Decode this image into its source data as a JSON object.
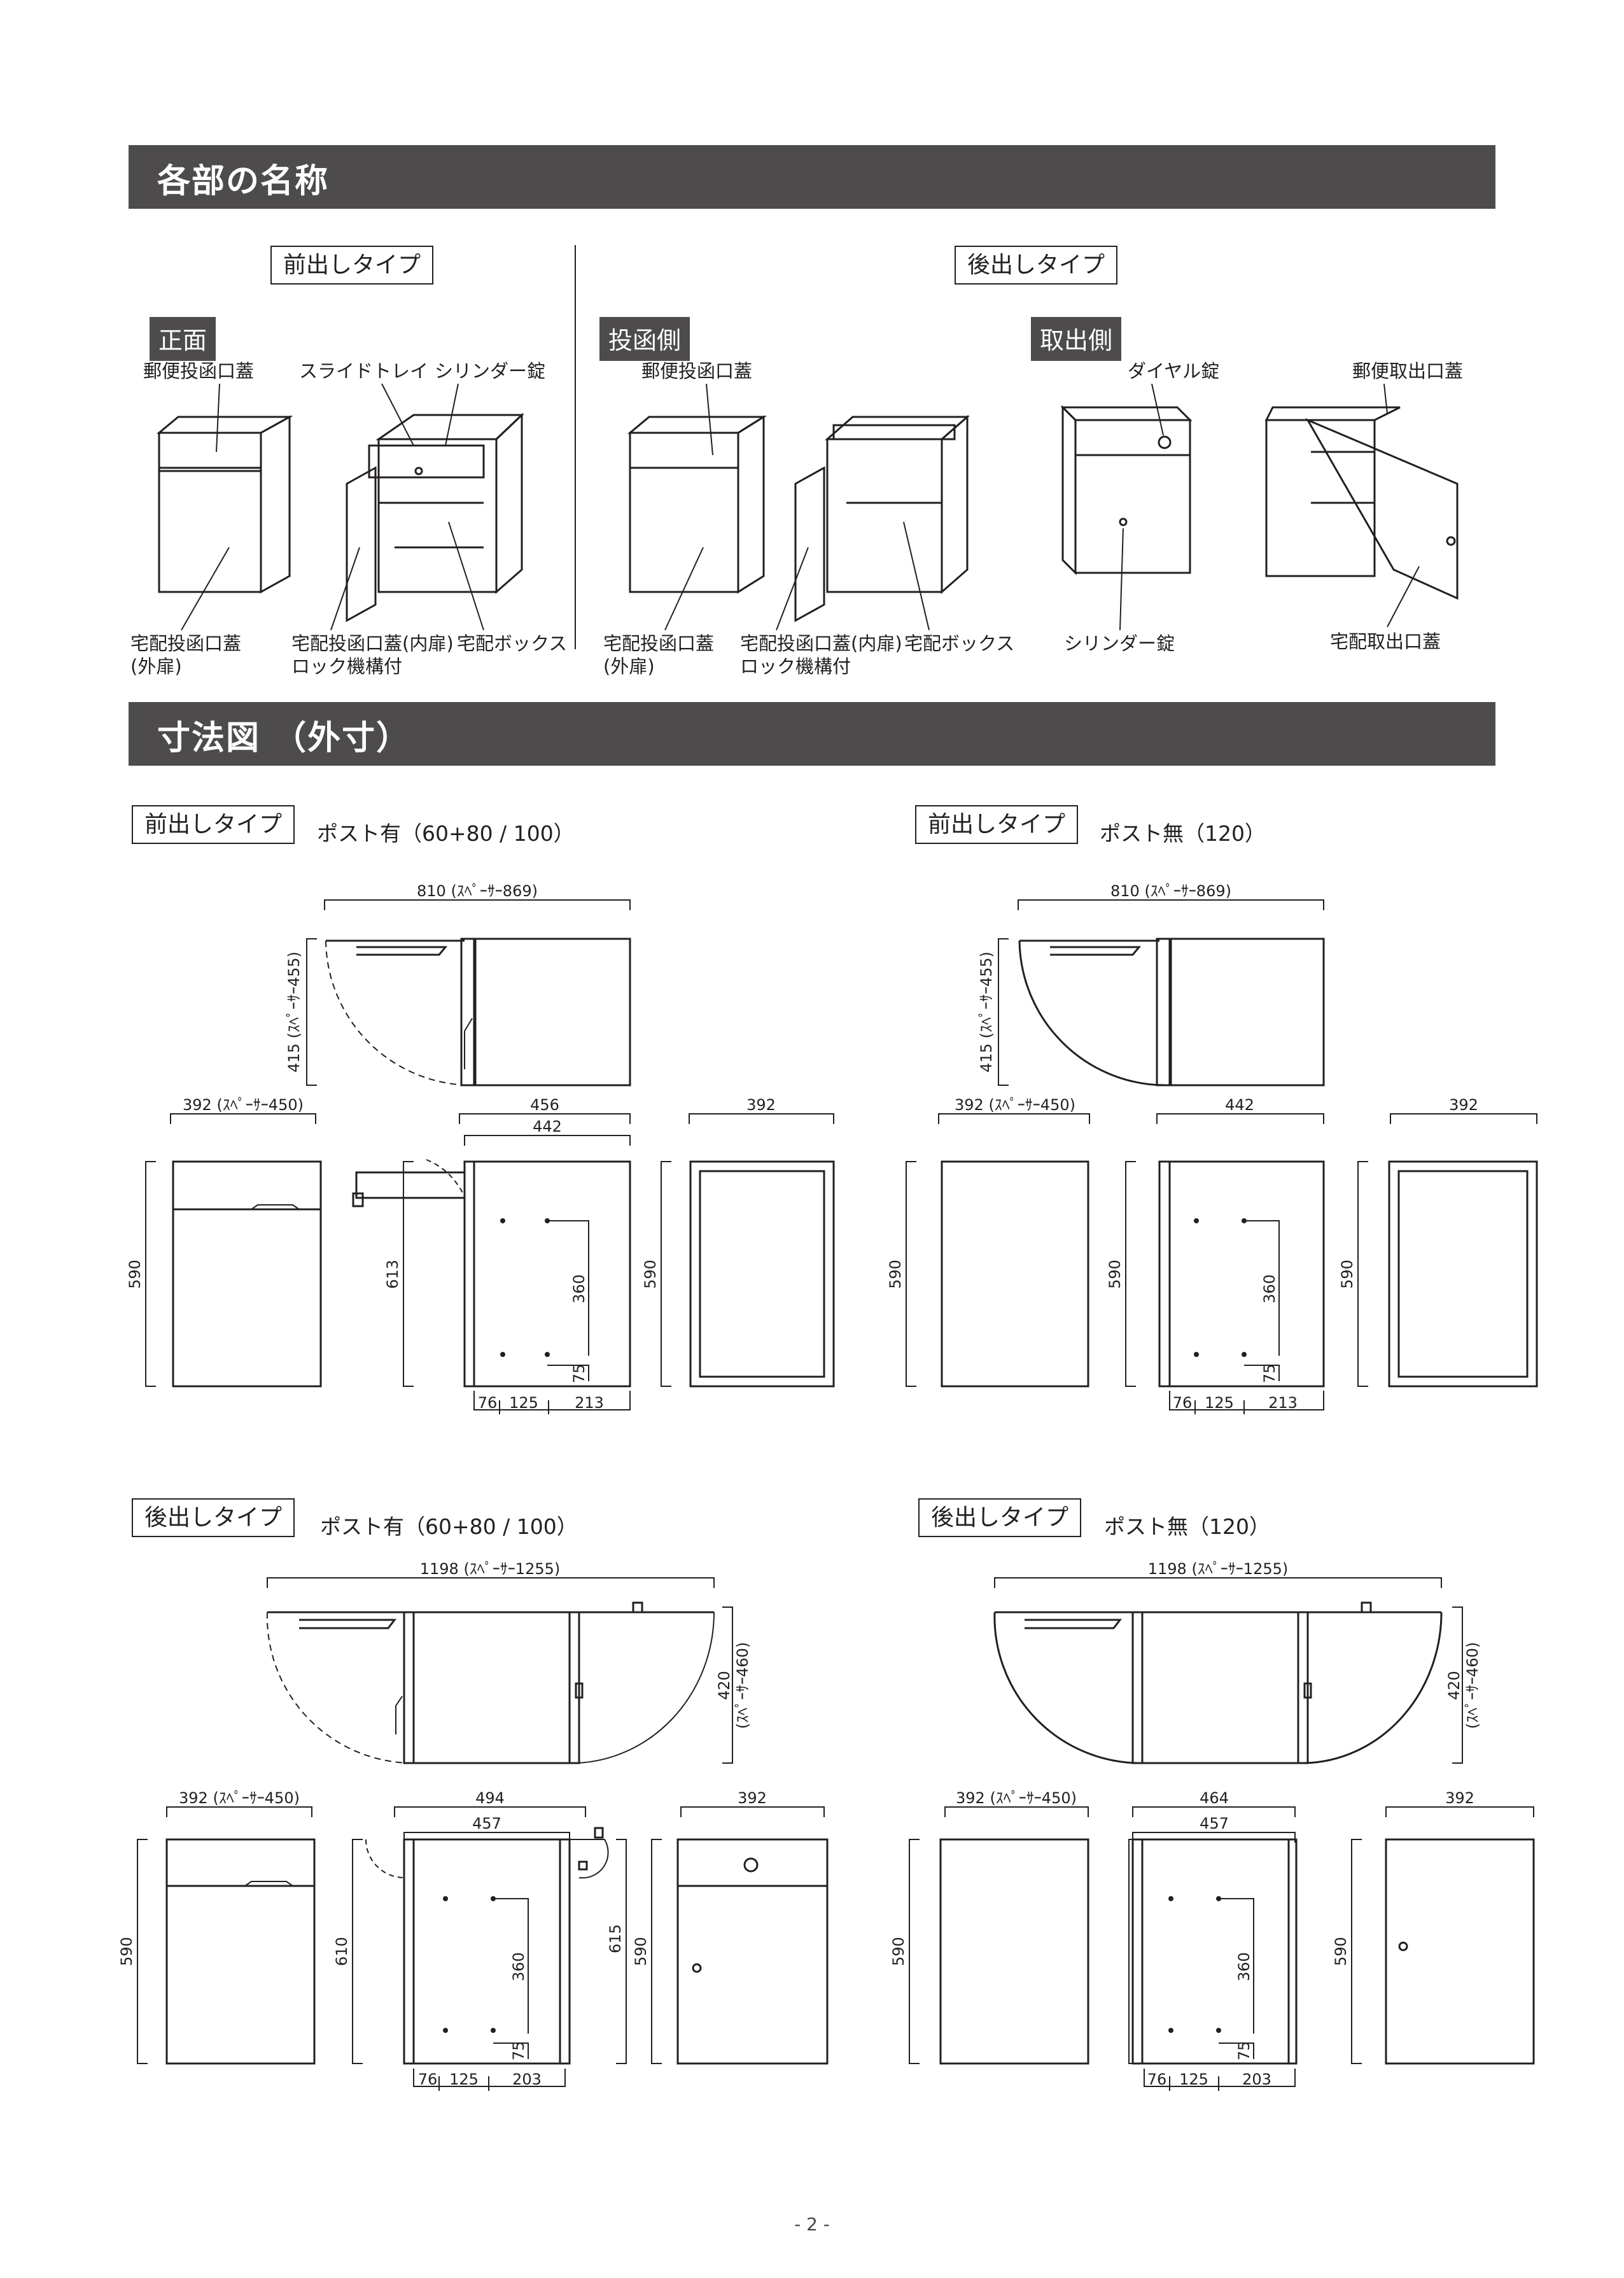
{
  "sections": {
    "parts_title": "各部の名称",
    "dims_title": "寸法図 （外寸）"
  },
  "parts": {
    "front_type": "前出しタイプ",
    "rear_type": "後出しタイプ",
    "front_face": "正面",
    "insert_side": "投函側",
    "take_side": "取出側",
    "labels": {
      "mail_insert_lid": "郵便投函口蓋",
      "slide_tray": "スライドトレイ",
      "cylinder_lock": "シリンダー錠",
      "parcel_outer_1": "宅配投函口蓋",
      "parcel_outer_2": "(外扉)",
      "parcel_inner_1": "宅配投函口蓋(内扉)",
      "parcel_inner_2": "ロック機構付",
      "parcel_box": "宅配ボックス",
      "dial_lock": "ダイヤル錠",
      "mail_take_lid": "郵便取出口蓋",
      "parcel_take_lid": "宅配取出口蓋"
    }
  },
  "dims": {
    "front_type": "前出しタイプ",
    "rear_type": "後出しタイプ",
    "with_post": "ポスト有（60+80 / 100）",
    "no_post": "ポスト無（120）",
    "front_width": "810 (ｽﾍﾟｰｻｰ869)",
    "front_depth_top": "415 (ｽﾍﾟｰｻｰ455)",
    "w392s": "392 (ｽﾍﾟｰｻｰ450)",
    "w456": "456",
    "w442": "442",
    "w392": "392",
    "h590": "590",
    "h613": "613",
    "h360": "360",
    "h75": "75",
    "b76": "76",
    "b125": "125",
    "b213": "213",
    "rear_width": "1198 (ｽﾍﾟｰｻｰ1255)",
    "rear_depth_a": "420",
    "rear_depth_b": "(ｽﾍﾟｰｻｰ460)",
    "w494": "494",
    "w457": "457",
    "w464": "464",
    "h610": "610",
    "h615": "615",
    "b203": "203"
  },
  "page_number": "- 2 -"
}
